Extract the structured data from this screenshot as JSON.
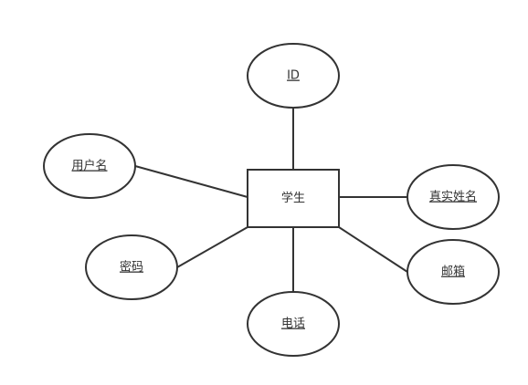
{
  "entity": {
    "label": "学生"
  },
  "attributes": {
    "id": {
      "label": "ID"
    },
    "username": {
      "label": "用户名"
    },
    "real_name": {
      "label": "真实姓名"
    },
    "password": {
      "label": "密码"
    },
    "email": {
      "label": "邮箱"
    },
    "phone": {
      "label": "电话"
    }
  },
  "colors": {
    "stroke": "#333333",
    "fill": "#ffffff",
    "text": "#333333"
  }
}
